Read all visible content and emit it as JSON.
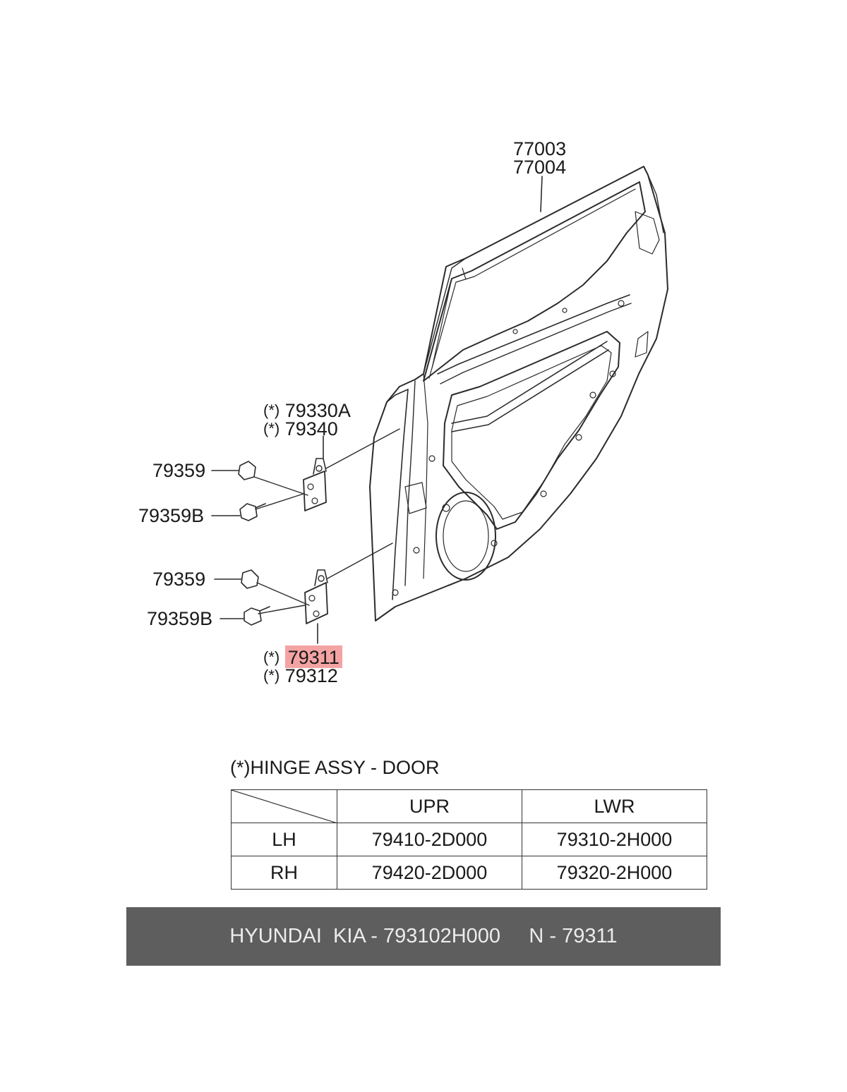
{
  "callouts": {
    "door_panel_a": "77003",
    "door_panel_b": "77004",
    "upper_hinge_a": "79330A",
    "upper_hinge_b": "79340",
    "upper_bolt": "79359",
    "upper_bolt_b": "79359B",
    "lower_bolt": "79359",
    "lower_bolt_b": "79359B",
    "lower_hinge_a": "79311",
    "lower_hinge_b": "79312",
    "marker": "(*)"
  },
  "highlight_color": "#f4a3a3",
  "legend": {
    "caption": "(*)HINGE ASSY - DOOR",
    "columns": [
      "",
      "UPR",
      "LWR"
    ],
    "rows": [
      {
        "side": "LH",
        "upr": "79410-2D000",
        "lwr": "79310-2H000"
      },
      {
        "side": "RH",
        "upr": "79420-2D000",
        "lwr": "79320-2H000"
      }
    ]
  },
  "footer": {
    "text": "HYUNDAI  KIA - 793102H000     N - 79311",
    "background": "#5e5e5e"
  }
}
